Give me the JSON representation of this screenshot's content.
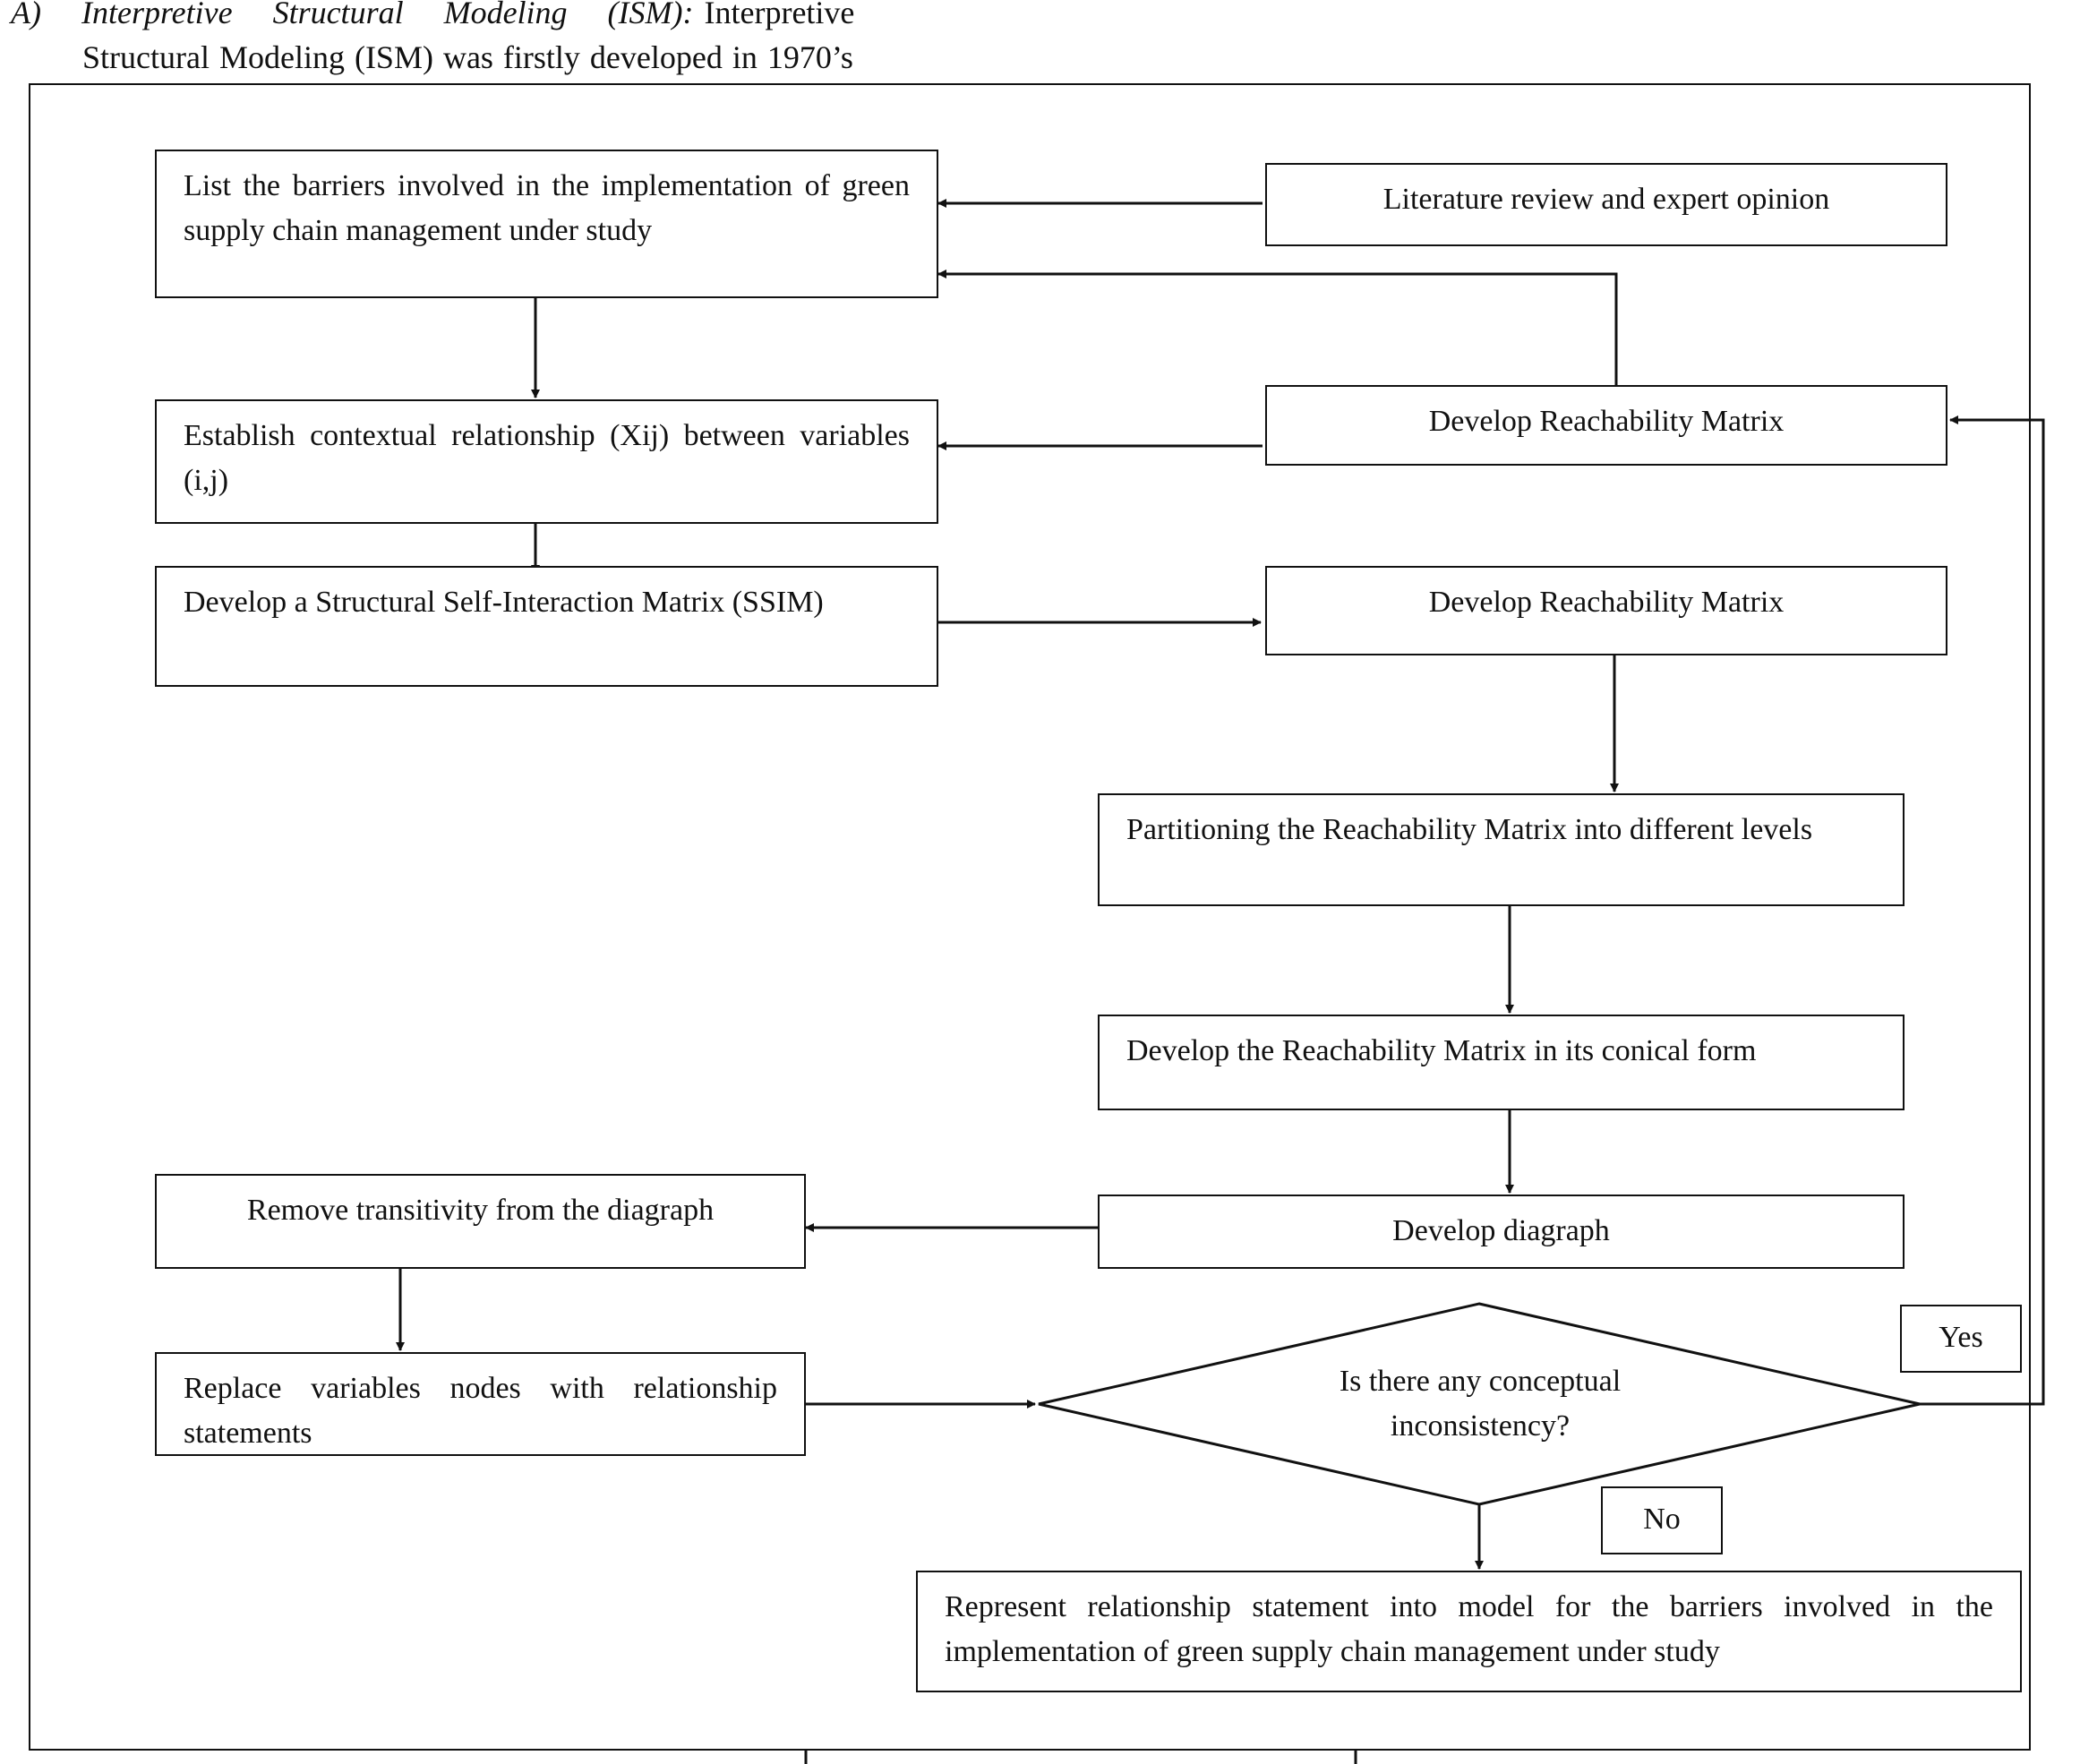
{
  "heading": {
    "italic": "A) Interpretive Structural Modeling (ISM):",
    "rest": "Interpretive",
    "line2": "Structural Modeling (ISM) was firstly developed in 1970’s"
  },
  "flowchart": {
    "list_barriers": "List the barriers involved in the implementation of green supply chain management under study",
    "literature_review": "Literature review and expert opinion",
    "establish_relationship": "Establish contextual relationship (Xij) between variables (i,j)",
    "develop_reachability_top": "Develop Reachability Matrix",
    "develop_ssim": "Develop a Structural Self-Interaction Matrix (SSIM)",
    "develop_reachability_mid": "Develop Reachability Matrix",
    "partitioning": "Partitioning the Reachability Matrix into different levels",
    "conical_form": "Develop the Reachability Matrix in its conical form",
    "develop_diagraph": "Develop diagraph",
    "remove_transitivity": "Remove transitivity from the diagraph",
    "replace_variables": "Replace variables nodes with relationship statements",
    "decision_line1": "Is there any conceptual",
    "decision_line2": "inconsistency?",
    "yes_label": "Yes",
    "no_label": "No",
    "represent_model": "Represent relationship statement into model for the barriers involved in the implementation of green supply chain management under study"
  }
}
